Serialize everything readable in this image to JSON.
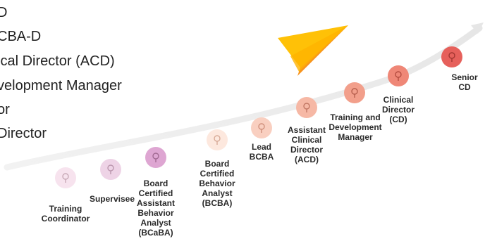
{
  "list": {
    "items": [
      "D",
      "CBA-D",
      "ical Director (ACD)",
      "velopment Manager",
      "or",
      "Director"
    ]
  },
  "career_path": {
    "steps": [
      {
        "label": "Training\nCoordinator",
        "color": "#f7e3ee"
      },
      {
        "label": "Supervisee",
        "color": "#eed3e6"
      },
      {
        "label": "Board\nCertified\nAssistant\nBehavior\nAnalyst\n(BCaBA)",
        "color": "#dea6d2"
      },
      {
        "label": "Board\nCertified\nBehavior\nAnalyst\n(BCBA)",
        "color": "#fde8de"
      },
      {
        "label": "Lead\nBCBA",
        "color": "#f9cfc0"
      },
      {
        "label": "Assistant\nClinical\nDirector\n(ACD)",
        "color": "#f6b8a5"
      },
      {
        "label": "Training and\nDevelopment\nManager",
        "color": "#f29f8b"
      },
      {
        "label": "Clinical\nDirector\n(CD)",
        "color": "#ef8777"
      },
      {
        "label": "Senior\nCD",
        "color": "#e6605b"
      }
    ],
    "path_color": "#eeeeee",
    "plane_colors": [
      "#ffc107",
      "#f7931e",
      "#ffb300"
    ]
  }
}
